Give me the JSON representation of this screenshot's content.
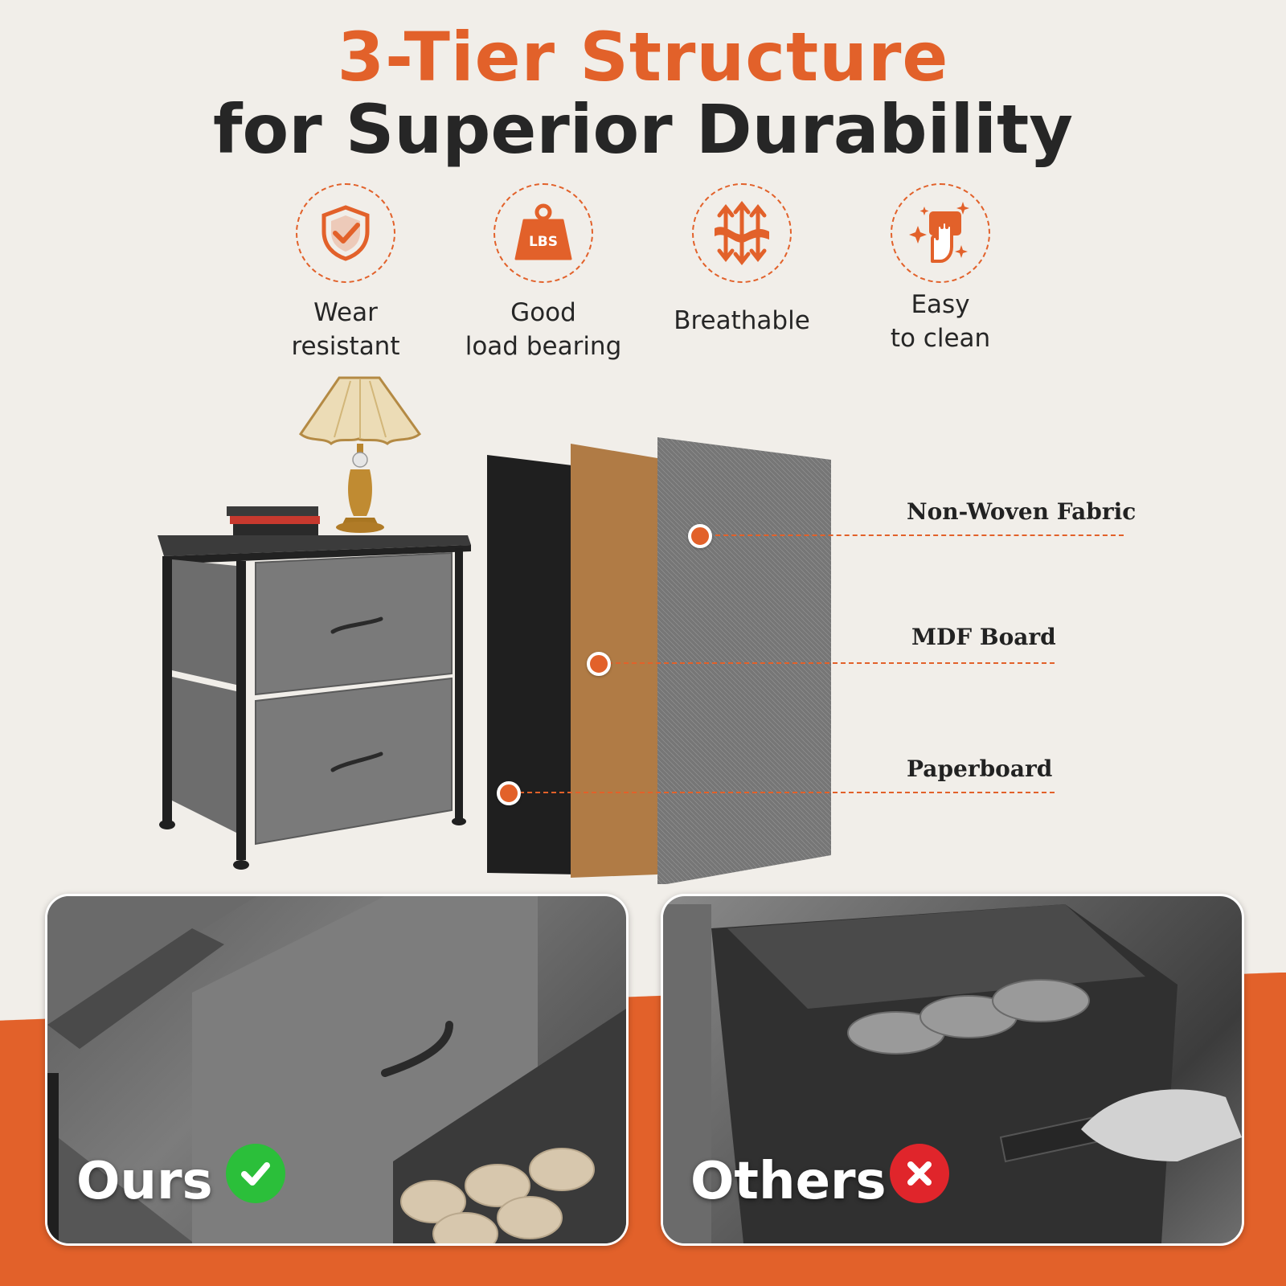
{
  "header": {
    "title_line1": "3-Tier Structure",
    "title_line2": "for Superior Durability"
  },
  "features": [
    {
      "label": "Wear\nresistant",
      "icon": "shield-check-icon"
    },
    {
      "label": "Good\nload bearing",
      "icon": "weight-lbs-icon",
      "icon_text": "LBS"
    },
    {
      "label": "Breathable",
      "icon": "airflow-arrows-icon"
    },
    {
      "label": "Easy\nto clean",
      "icon": "sparkle-hand-icon"
    }
  ],
  "layers": {
    "non_woven": "Non-Woven Fabric",
    "mdf": "MDF Board",
    "paperboard": "Paperboard"
  },
  "comparison": {
    "ours_label": "Ours",
    "others_label": "Others"
  },
  "colors": {
    "accent": "#e2612a",
    "background": "#f1eee9",
    "text_dark": "#262626",
    "check_green": "#2bbf3a",
    "cross_red": "#e0252b"
  }
}
